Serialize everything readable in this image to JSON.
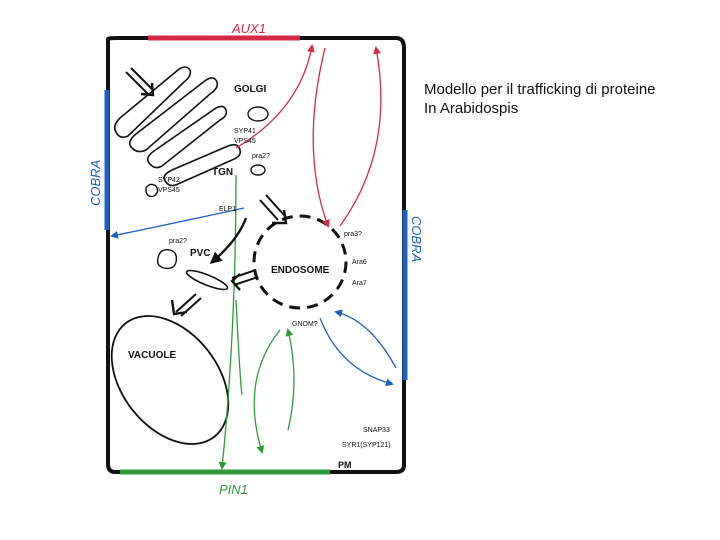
{
  "caption": {
    "line1": "Modello per il trafficking di proteine",
    "line2": "In Arabidospis"
  },
  "membranes": {
    "top": "AUX1",
    "bottom": "PIN1",
    "left": "COBRA",
    "right": "COBRA",
    "plasma_membrane": "PM"
  },
  "compartments": {
    "golgi": "GOLGI",
    "tgn": "TGN",
    "pvc": "PVC",
    "endosome": "ENDOSOME",
    "vacuole": "VACUOLE"
  },
  "proteins": {
    "syp41": "SYP41",
    "vps45_a": "VPS45",
    "pra2_tgn": "pra2?",
    "syp42": "SYP42",
    "vps45_b": "VPS45",
    "elp1": "ELP1",
    "pra2_pvc": "pra2?",
    "pra3": "pra3?",
    "ara6": "Ara6",
    "ara7": "Ara7",
    "gnom": "GNOM?",
    "snap33": "SNAP33",
    "syr1": "SYR1(SYP121)"
  },
  "colors": {
    "aux1": "#d42a45",
    "pin1": "#2e9a3a",
    "cobra": "#1f5fc0",
    "cell_wall": "#111111"
  }
}
